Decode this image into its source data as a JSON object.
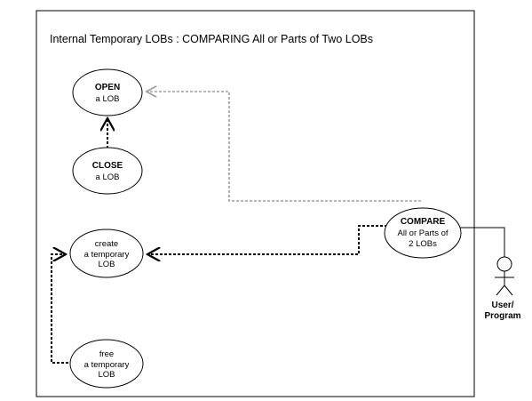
{
  "diagram": {
    "title": "Internal Temporary LOBs : COMPARING All or Parts of Two LOBs",
    "nodes": {
      "open": {
        "line1": "OPEN",
        "line2": "a LOB"
      },
      "close": {
        "line1": "CLOSE",
        "line2": "a LOB"
      },
      "create": {
        "line1": "create",
        "line2": "a temporary",
        "line3": "LOB"
      },
      "free": {
        "line1": "free",
        "line2": "a temporary",
        "line3": "LOB"
      },
      "compare": {
        "line1": "COMPARE",
        "line2": "All or Parts of",
        "line3": "2 LOBs"
      }
    },
    "actor": {
      "line1": "User/",
      "line2": "Program"
    },
    "colors": {
      "line": "#000000",
      "gray_line": "#a0a0a0",
      "background": "#ffffff"
    }
  }
}
